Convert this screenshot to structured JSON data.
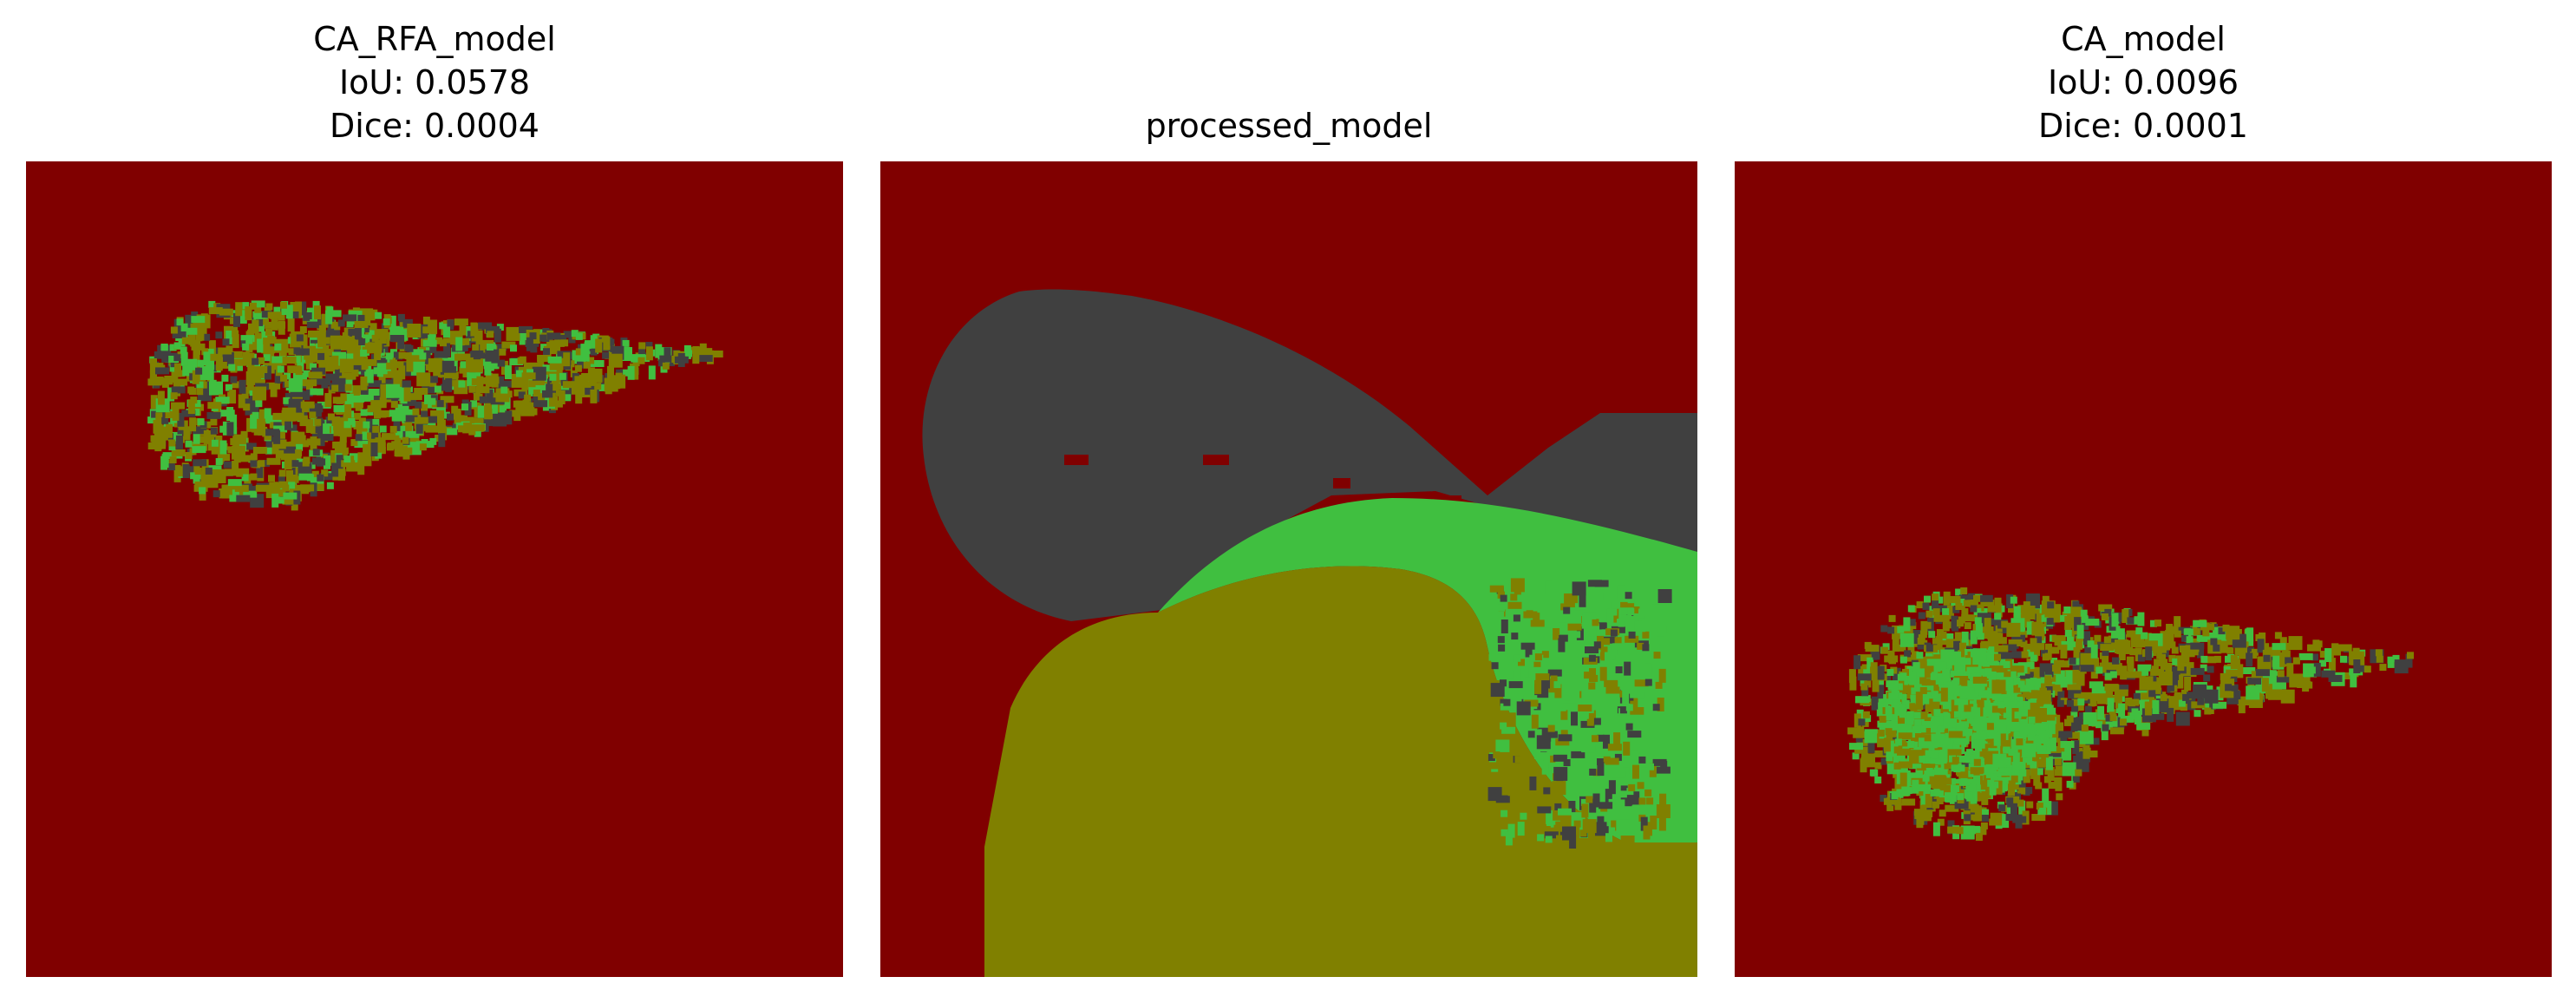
{
  "palette": {
    "background": "#800000",
    "gray": "#404040",
    "green": "#40bf40",
    "olive": "#808000"
  },
  "panels": [
    {
      "model_name": "CA_RFA_model",
      "iou": "IoU: 0.0578",
      "dice": "Dice: 0.0004"
    },
    {
      "model_name": "processed_model"
    },
    {
      "model_name": "CA_model",
      "iou": "IoU: 0.0096",
      "dice": "Dice: 0.0001"
    }
  ]
}
